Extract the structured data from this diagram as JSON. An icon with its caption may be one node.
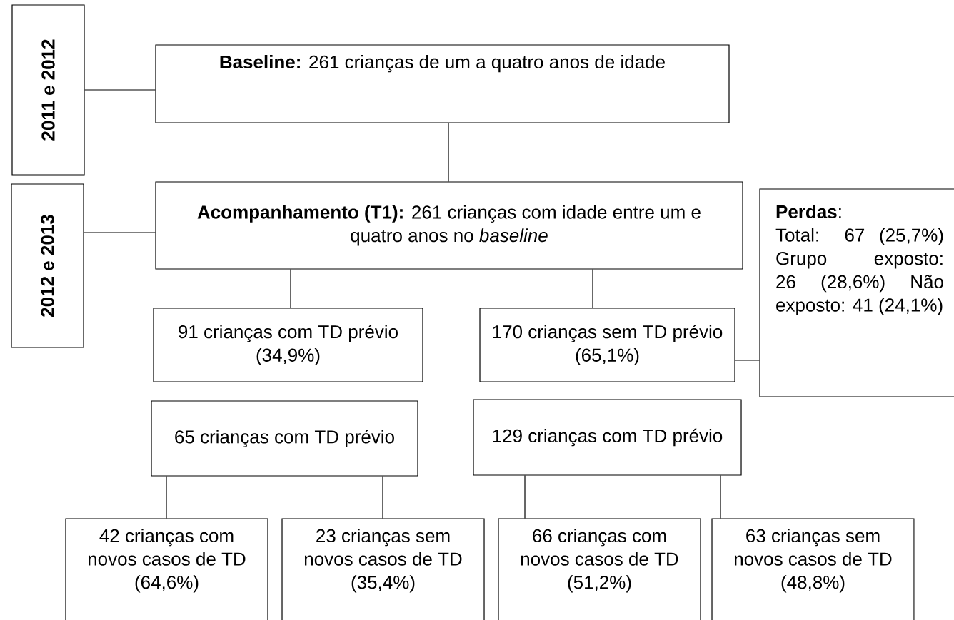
{
  "diagram": {
    "nodes": [
      {
        "text": [
          "2011 e 2012"
        ]
      },
      {
        "text": [
          "**Baseline:** 261 crianças de um a quatro anos de idade"
        ]
      },
      {
        "text": [
          "2012 e 2013"
        ]
      },
      {
        "text": [
          "**Acompanhamento (T1):** 261 crianças com idade entre um e quatro anos no *baseline*"
        ]
      },
      {
        "text": [
          "91 crianças com TD prévio (34,9%)"
        ]
      },
      {
        "text": [
          "170 crianças sem TD prévio (65,1%)"
        ]
      },
      {
        "text": [
          "**Perdas**:",
          "Total: 67 (25,7%) Grupo exposto: 26 (28,6%) Não exposto: 41 (24,1%)"
        ]
      },
      {
        "text": [
          "65 crianças com TD prévio"
        ]
      },
      {
        "text": [
          "129 crianças com TD prévio"
        ]
      },
      {
        "text": [
          "42 crianças com novos casos de TD (64,6%)"
        ]
      },
      {
        "text": [
          "23 crianças sem novos casos de TD (35,4%)"
        ]
      },
      {
        "text": [
          "66 crianças com novos casos de TD (51,2%)"
        ]
      },
      {
        "text": [
          "63 crianças sem novos casos de TD (48,8%)"
        ]
      }
    ],
    "edges": [
      {
        "from": 0,
        "to": 1,
        "arrow": "none"
      },
      {
        "from": 1,
        "to": 3,
        "arrow": "none"
      },
      {
        "from": 2,
        "to": 3,
        "arrow": "none"
      },
      {
        "from": 3,
        "to": 4,
        "arrow": "none"
      },
      {
        "from": 3,
        "to": 5,
        "arrow": "none"
      },
      {
        "from": 5,
        "to": 6,
        "arrow": "none"
      },
      {
        "from": 7,
        "to": 9,
        "arrow": "none"
      },
      {
        "from": 7,
        "to": 10,
        "arrow": "none"
      },
      {
        "from": 8,
        "to": 11,
        "arrow": "none"
      },
      {
        "from": 8,
        "to": 12,
        "arrow": "none"
      }
    ]
  }
}
